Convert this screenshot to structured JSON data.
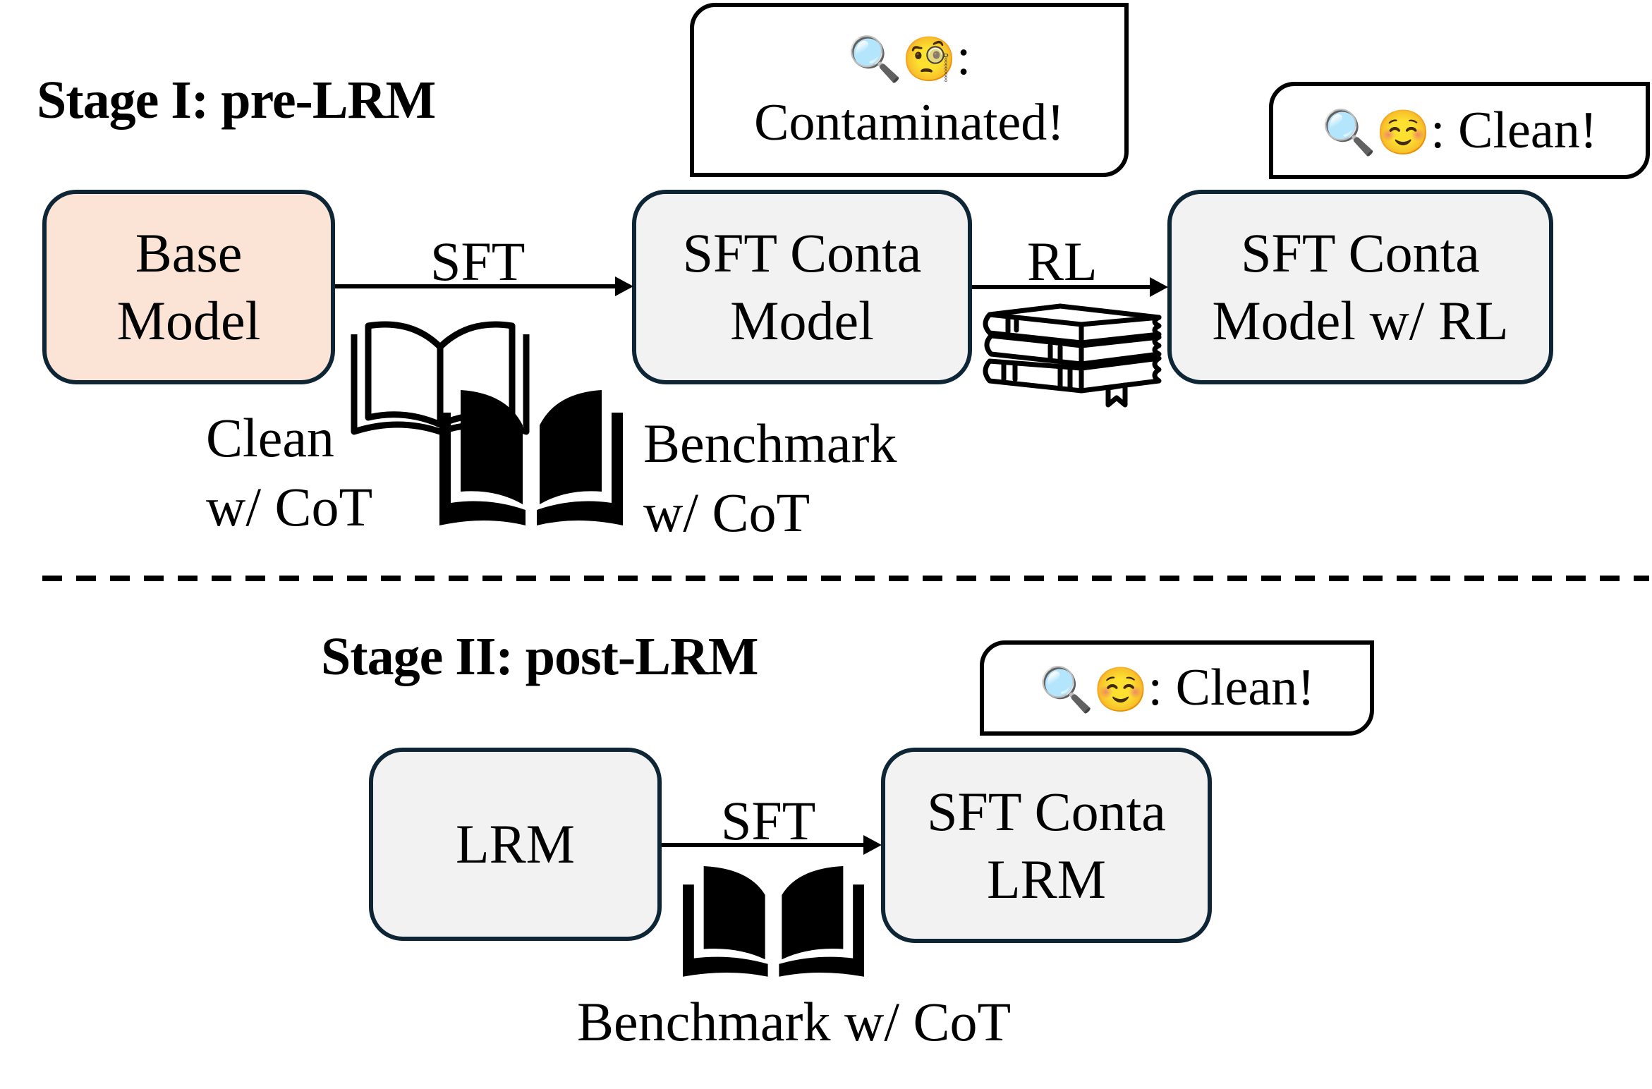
{
  "stage1": {
    "title": "Stage I: pre-LRM",
    "nodes": {
      "base_model": [
        "Base",
        "Model"
      ],
      "sft_conta_model": [
        "SFT Conta",
        "Model"
      ],
      "sft_conta_model_rl": [
        "SFT Conta",
        "Model w/ RL"
      ]
    },
    "edges": {
      "sft_label": "SFT",
      "rl_label": "RL"
    },
    "data_labels": {
      "clean": [
        "Clean",
        "w/ CoT"
      ],
      "benchmark": [
        "Benchmark",
        "w/ CoT"
      ]
    },
    "callouts": {
      "contaminated": {
        "emoji": "🔍🧐",
        "sep": ":",
        "text": "Contaminated!"
      },
      "clean": {
        "emoji": "🔍☺️",
        "text": ": Clean!"
      }
    }
  },
  "stage2": {
    "title": "Stage II: post-LRM",
    "nodes": {
      "lrm": "LRM",
      "sft_conta_lrm": [
        "SFT Conta",
        "LRM"
      ]
    },
    "edges": {
      "sft_label": "SFT"
    },
    "data_label": "Benchmark w/ CoT",
    "callout": {
      "emoji": "🔍☺️",
      "text": ": Clean!"
    }
  },
  "colors": {
    "box_border": "#0e2535",
    "base_fill": "#fbe3d6",
    "node_fill": "#f2f2f2"
  }
}
